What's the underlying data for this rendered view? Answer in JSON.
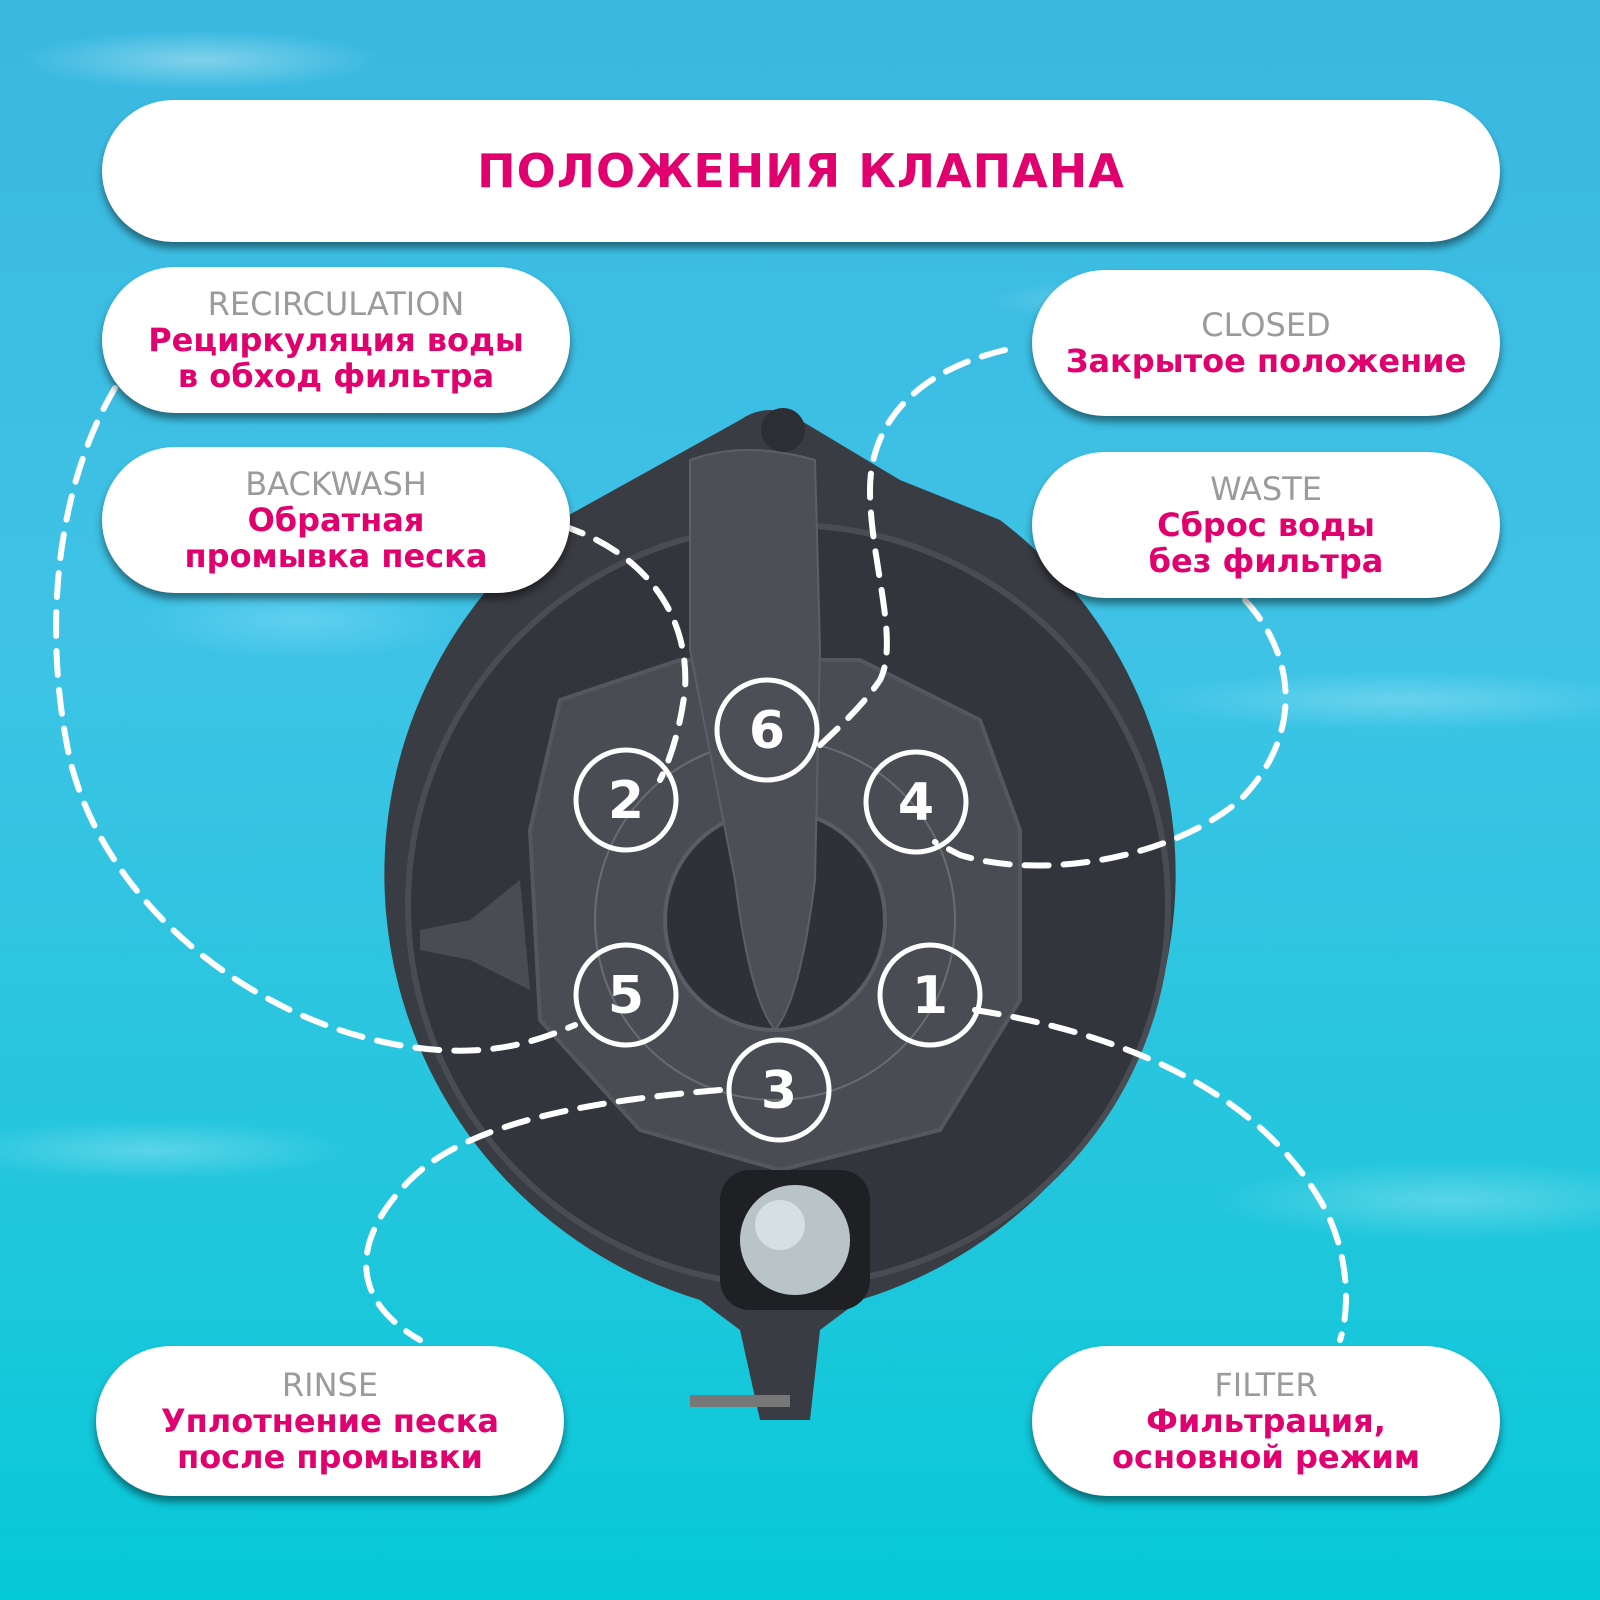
{
  "title": "ПОЛОЖЕНИЯ КЛАПАНА",
  "positions": [
    {
      "number": "1",
      "en": "FILTER",
      "ru": [
        "Фильтрация,",
        "основной режим"
      ]
    },
    {
      "number": "2",
      "en": "BACKWASH",
      "ru": [
        "Обратная",
        "промывка песка"
      ]
    },
    {
      "number": "3",
      "en": "RINSE",
      "ru": [
        "Уплотнение песка",
        "после промывки"
      ]
    },
    {
      "number": "4",
      "en": "WASTE",
      "ru": [
        "Сброс воды",
        "без фильтра"
      ]
    },
    {
      "number": "5",
      "en": "RECIRCULATION",
      "ru": [
        "Рециркуляция воды",
        "в обход фильтра"
      ]
    },
    {
      "number": "6",
      "en": "CLOSED",
      "ru": [
        "Закрытое положение"
      ]
    }
  ],
  "colors": {
    "accent": "#e0006e",
    "secondary_text": "#9b9b9b",
    "device": "#3b3d44"
  }
}
